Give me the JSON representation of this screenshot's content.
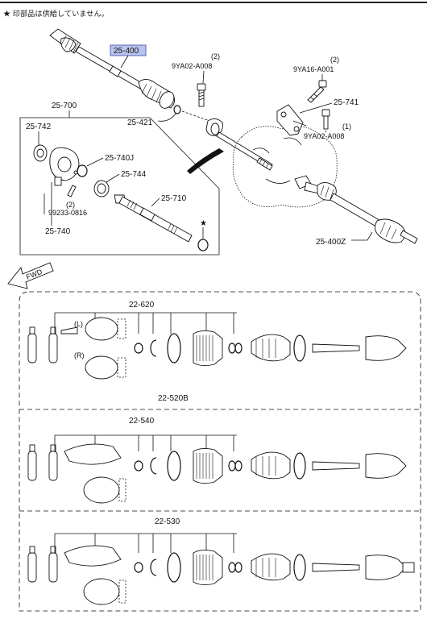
{
  "header": {
    "note": "★ 印部品は供給していません。"
  },
  "top": {
    "callouts": [
      {
        "key": "c25400",
        "text": "25-400",
        "highlight": true
      },
      {
        "key": "c9ya02a",
        "text": "9YA02-A008"
      },
      {
        "key": "c9ya02a_qty",
        "text": "(2)"
      },
      {
        "key": "c9ya16",
        "text": "9YA16-A001"
      },
      {
        "key": "c9ya16_qty",
        "text": "(2)"
      },
      {
        "key": "c25741",
        "text": "25-741"
      },
      {
        "key": "c25421",
        "text": "25-421"
      },
      {
        "key": "c9ya02b",
        "text": "9YA02-A008"
      },
      {
        "key": "c9ya02b_qty",
        "text": "(1)"
      },
      {
        "key": "c25700",
        "text": "25-700"
      },
      {
        "key": "c25742",
        "text": "25-742"
      },
      {
        "key": "c25740j",
        "text": "25-740J"
      },
      {
        "key": "c25744",
        "text": "25-744"
      },
      {
        "key": "c25710",
        "text": "25-710"
      },
      {
        "key": "c99233_qty",
        "text": "(2)"
      },
      {
        "key": "c99233",
        "text": "99233-0816"
      },
      {
        "key": "c25740",
        "text": "25-740"
      },
      {
        "key": "c25400z",
        "text": "25-400Z"
      },
      {
        "key": "star",
        "text": "★"
      }
    ],
    "fwd": "FWD"
  },
  "sections": [
    {
      "key": "s620",
      "label": "22-620",
      "sub_label": "22-520B",
      "left_tag": "(L)",
      "right_tag": "(R)"
    },
    {
      "key": "s540",
      "label": "22-540"
    },
    {
      "key": "s530",
      "label": "22-530"
    }
  ],
  "colors": {
    "highlight_fill": "#b9c2ec",
    "highlight_stroke": "#5a64b8",
    "line": "#111111"
  }
}
